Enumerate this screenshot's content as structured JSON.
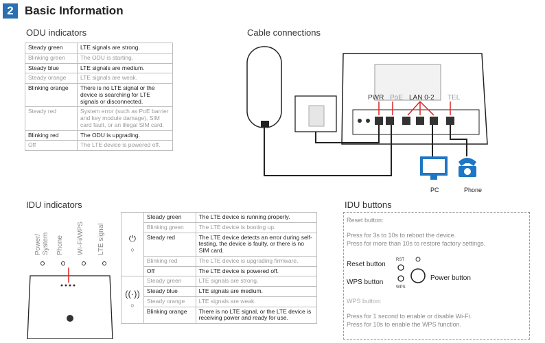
{
  "header": {
    "number": "2",
    "title": "Basic Information"
  },
  "odu": {
    "title": "ODU indicators",
    "rows": [
      {
        "state": "Steady green",
        "desc": "LTE signals are strong.",
        "faded": false
      },
      {
        "state": "Blinking green",
        "desc": "The ODU is starting.",
        "faded": true
      },
      {
        "state": "Steady blue",
        "desc": "LTE signals are medium.",
        "faded": false
      },
      {
        "state": "Steady orange",
        "desc": "LTE signals are weak.",
        "faded": true
      },
      {
        "state": "Blinking orange",
        "desc": "There is no LTE signal or the device is searching for LTE signals or disconnected.",
        "faded": false
      },
      {
        "state": "Steady red",
        "desc": "System error (such as PoE barrier and key module damage), SIM card fault, or an illegal SIM card.",
        "faded": true
      },
      {
        "state": "Blinking red",
        "desc": "The ODU is upgrading.",
        "faded": false
      },
      {
        "state": "Off",
        "desc": "The LTE device is powered off.",
        "faded": true
      }
    ]
  },
  "cable": {
    "title": "Cable connections",
    "ports": [
      "PWR",
      "PoE",
      "LAN 0-2",
      "TEL"
    ],
    "pc_label": "PC",
    "phone_label": "Phone"
  },
  "idu": {
    "title": "IDU indicators",
    "vertical_labels": [
      "Power/ System",
      "Phone",
      "Wi-Fi/WPS",
      "LTE signal"
    ],
    "power_rows": [
      {
        "state": "Steady green",
        "desc": "The LTE device is running properly.",
        "faded": false
      },
      {
        "state": "Blinking green",
        "desc": "The LTE device is booting up.",
        "faded": true
      },
      {
        "state": "Steady red",
        "desc": "The LTE device detects an error during self-testing, the device is faulty, or there is no SIM card.",
        "faded": false
      },
      {
        "state": "Blinking red",
        "desc": "The LTE device is upgrading firmware.",
        "faded": true
      },
      {
        "state": "Off",
        "desc": "The LTE device is powered off.",
        "faded": false
      }
    ],
    "signal_rows": [
      {
        "state": "Steady green",
        "desc": "LTE signals are strong.",
        "faded": true
      },
      {
        "state": "Steady blue",
        "desc": "LTE signals are medium.",
        "faded": false
      },
      {
        "state": "Steady orange",
        "desc": "LTE signals are weak.",
        "faded": true
      },
      {
        "state": "Blinking orange",
        "desc": "There is no LTE signal, or the LTE device is receiving power and ready for use.",
        "faded": false
      }
    ]
  },
  "buttons": {
    "title": "IDU buttons",
    "reset_heading": "Reset button:",
    "reset_line1": "Press for 3s to 10s to reboot the device.",
    "reset_line2": "Press for more than 10s to restore factory settings.",
    "reset_label": "Reset button",
    "wps_label": "WPS button",
    "power_label": "Power button",
    "rst_tag": "RST",
    "wps_tag": "WPS",
    "wps_heading": "WPS button:",
    "wps_line1": "Press for 1 second to enable or disable Wi-Fi.",
    "wps_line2": "Press for 10s to enable the WPS function."
  }
}
